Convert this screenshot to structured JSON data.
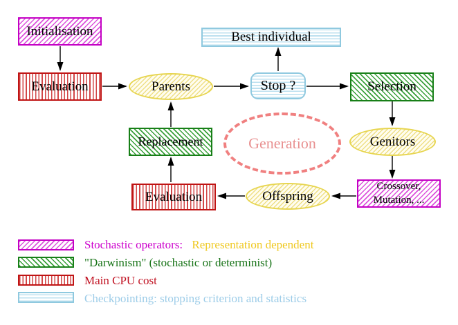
{
  "nodes": {
    "initialisation": {
      "label": "Initialisation"
    },
    "evaluation_top": {
      "label": "Evaluation"
    },
    "parents": {
      "label": "Parents"
    },
    "best_individual": {
      "label": "Best individual"
    },
    "stop": {
      "label": "Stop ?"
    },
    "selection": {
      "label": "Selection"
    },
    "genitors": {
      "label": "Genitors"
    },
    "crossover_mutation": {
      "line1": "Crossover,",
      "line2": "Mutation, ..."
    },
    "offspring": {
      "label": "Offspring"
    },
    "evaluation_bottom": {
      "label": "Evaluation"
    },
    "replacement": {
      "label": "Replacement"
    },
    "generation": {
      "label": "Generation"
    }
  },
  "legend": {
    "stochastic": {
      "label": "Stochastic operators:",
      "suffix": "Representation dependent"
    },
    "darwinism": {
      "label": "\"Darwinism\" (stochastic or determinist)"
    },
    "cpu": {
      "label": "Main CPU cost"
    },
    "checkpointing": {
      "label": "Checkpointing: stopping criterion and statistics"
    }
  },
  "colors": {
    "magenta": "#cc00cc",
    "green_text": "#177317",
    "red_text": "#c01020",
    "yellow_text": "#efc81e",
    "light_blue_text": "#9ccce8",
    "salmon_dash": "#f08080",
    "yellow_fill_border": "#e7d54f",
    "arrow": "#000000"
  }
}
